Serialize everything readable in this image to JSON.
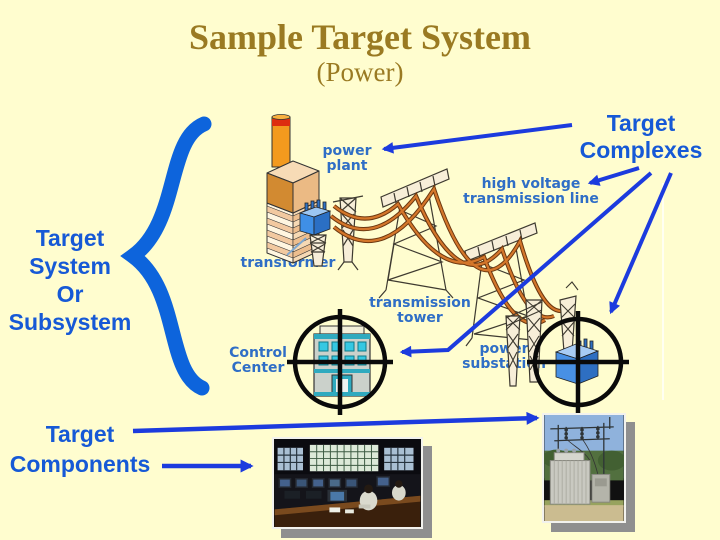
{
  "slide": {
    "title": "Sample Target System",
    "subtitle": "(Power)",
    "background_color": "#FFFDCF",
    "title_color": "#9A7A22",
    "label_blue": "#1659D6",
    "diagram_label_blue": "#2F6EC6",
    "arrow_blue": "#1C3BDE",
    "brace_blue": "#0D64DC",
    "wire_orange": "#D4762A",
    "crosshair_color": "#0A0A0A",
    "photo_shadow_gray": "#8F8F8F"
  },
  "labels": {
    "target_system": {
      "lines": [
        "Target",
        "System",
        "Or",
        "Subsystem"
      ]
    },
    "target_complexes": {
      "lines": [
        "Target",
        "Complexes"
      ]
    },
    "target_components": {
      "lines": [
        "Target",
        "Components"
      ]
    }
  },
  "diagram": {
    "power_plant": {
      "lines": [
        "power",
        "plant"
      ]
    },
    "transformer": {
      "label": "transformer"
    },
    "transmission_tower": {
      "lines": [
        "transmission",
        "tower"
      ]
    },
    "hv_line": {
      "lines": [
        "high voltage",
        "transmission line"
      ]
    },
    "power_substation": {
      "lines": [
        "power",
        "substation"
      ]
    },
    "control_center": {
      "lines": [
        "Control",
        "Center"
      ]
    }
  },
  "photos": {
    "control_room": {
      "icon": "control-room-photo"
    },
    "substation": {
      "icon": "substation-photo"
    }
  }
}
